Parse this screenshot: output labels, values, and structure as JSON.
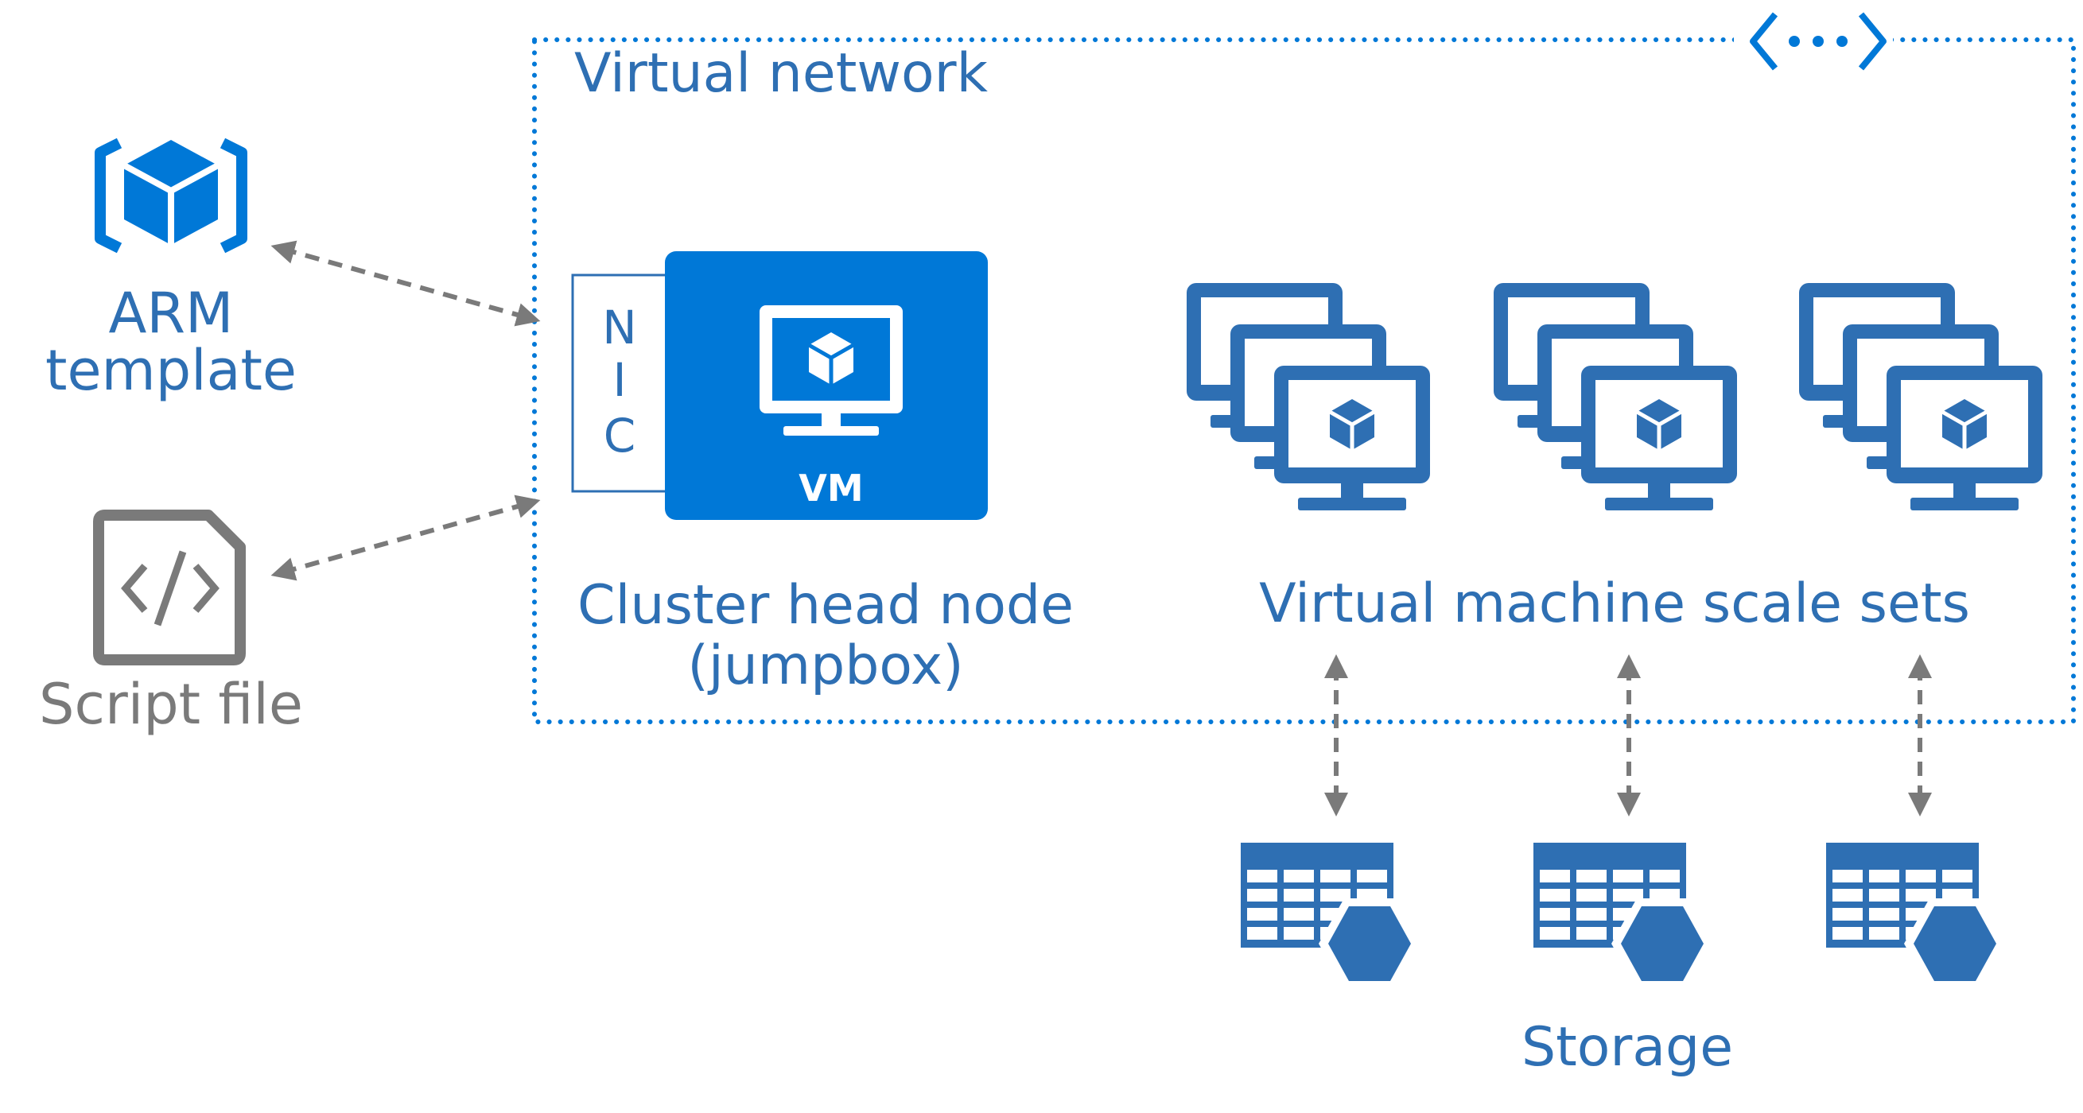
{
  "vnet": {
    "label": "Virtual network",
    "icon": "virtual-network-icon"
  },
  "arm": {
    "line1": "ARM",
    "line2": "template",
    "icon": "arm-cube-icon"
  },
  "script": {
    "label": "Script file",
    "icon": "code-file-icon"
  },
  "head_node": {
    "nic_letters": [
      "N",
      "I",
      "C"
    ],
    "vm_label": "VM",
    "caption_line1": "Cluster head node",
    "caption_line2": "(jumpbox)"
  },
  "scale_sets": {
    "label": "Virtual machine scale sets",
    "count": 3,
    "icon": "vm-stack-icon"
  },
  "storage": {
    "label": "Storage",
    "count": 3,
    "icon": "storage-table-icon"
  },
  "colors": {
    "azure_blue": "#0078d7",
    "steel_blue": "#2e6fb3",
    "text_blue": "#2e6fb3",
    "gray": "#7a7a7a"
  }
}
